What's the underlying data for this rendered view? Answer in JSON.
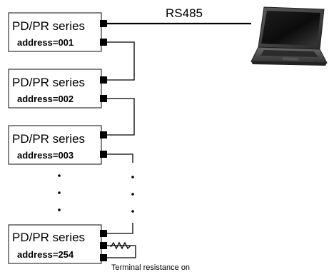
{
  "bus": {
    "label": "RS485"
  },
  "devices": [
    {
      "title": "PD/PR series",
      "address": "address=001"
    },
    {
      "title": "PD/PR series",
      "address": "address=002"
    },
    {
      "title": "PD/PR series",
      "address": "address=003"
    },
    {
      "title": "PD/PR series",
      "address": "address=254"
    }
  ],
  "terminal": {
    "caption": "Terminal resistance on"
  },
  "icons": {
    "computer": "laptop-icon",
    "resistor": "resistor-icon"
  }
}
